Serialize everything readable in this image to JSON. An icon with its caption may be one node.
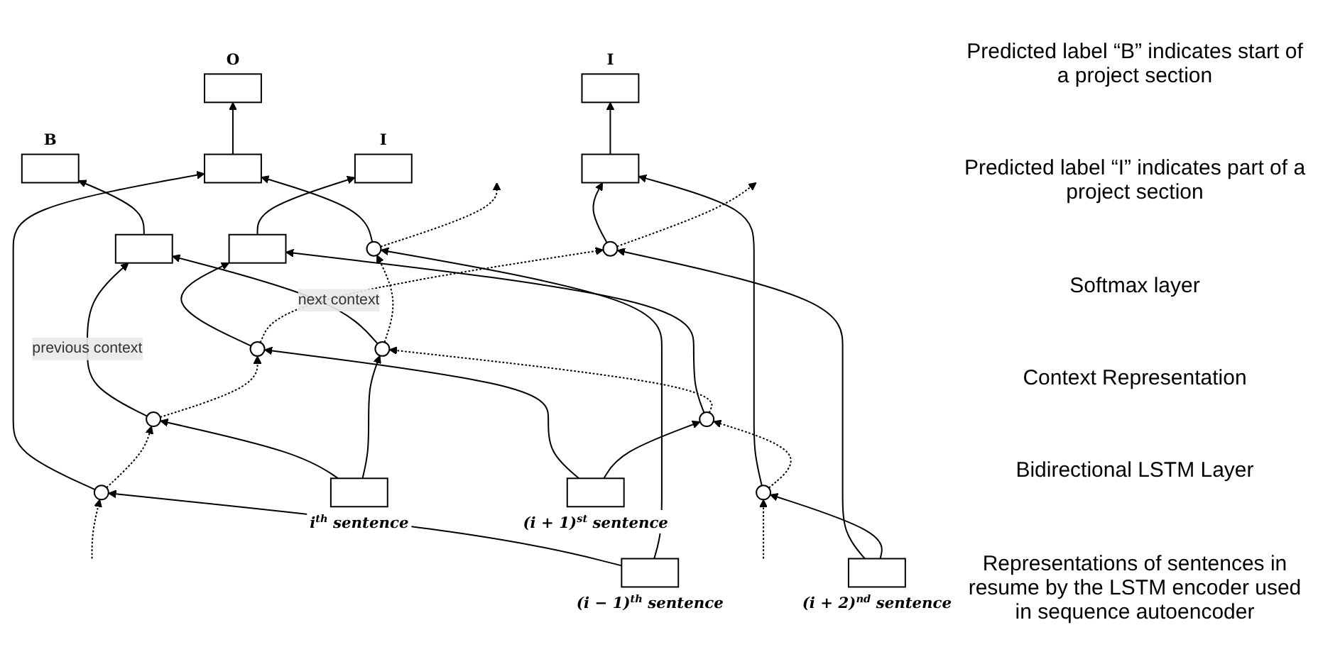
{
  "diagram": {
    "nodes": [
      {
        "text": [],
        "shape": "box",
        "beside": [
          "O"
        ]
      },
      {
        "text": [],
        "shape": "box",
        "beside": [
          "B"
        ]
      },
      {
        "text": [],
        "shape": "box",
        "beside": [
          "I"
        ]
      },
      {
        "text": [],
        "shape": "box",
        "beside": [
          "I"
        ]
      },
      {
        "text": [],
        "shape": "box"
      },
      {
        "text": [],
        "shape": "box"
      },
      {
        "text": [],
        "shape": "box"
      },
      {
        "text": [],
        "shape": "box"
      },
      {
        "text": [],
        "shape": "circle"
      },
      {
        "text": [],
        "shape": "circle"
      },
      {
        "text": [],
        "shape": "circle"
      },
      {
        "text": [],
        "shape": "circle"
      },
      {
        "text": [],
        "shape": "circle"
      },
      {
        "text": [],
        "shape": "circle"
      },
      {
        "text": [],
        "shape": "circle"
      },
      {
        "text": [],
        "shape": "circle"
      },
      {
        "text": [],
        "shape": "box",
        "beside": [
          "(i − 1)$^{th}$ sentence"
        ]
      },
      {
        "text": [],
        "shape": "box",
        "beside": [
          "i$^{th}$ sentence"
        ]
      },
      {
        "text": [],
        "shape": "box",
        "beside": [
          "(i + 1)$^{st}$ sentence"
        ]
      },
      {
        "text": [],
        "shape": "box",
        "beside": [
          "(i + 2)$^{nd}$ sentence"
        ]
      }
    ],
    "edges": [
      {
        "from": 16,
        "to": 12,
        "arrow": "to"
      },
      {
        "from": 16,
        "to": 8,
        "arrow": "to"
      },
      {
        "from": 12,
        "to": 4,
        "arrow": "to"
      },
      {
        "from": 8,
        "to": 4,
        "arrow": "to"
      },
      {
        "from": 4,
        "to": 0,
        "arrow": "to"
      },
      {
        "from": 17,
        "to": 13,
        "arrow": "to"
      },
      {
        "from": 17,
        "to": 9,
        "arrow": "to"
      },
      {
        "from": 13,
        "to": 5,
        "arrow": "to",
        "label": "previous context"
      },
      {
        "from": 9,
        "to": 5,
        "arrow": "to",
        "label": "next context"
      },
      {
        "from": 5,
        "to": 1,
        "arrow": "to"
      },
      {
        "from": 18,
        "to": 14,
        "arrow": "to"
      },
      {
        "from": 18,
        "to": 10,
        "arrow": "to"
      },
      {
        "from": 14,
        "to": 6,
        "arrow": "to"
      },
      {
        "from": 10,
        "to": 6,
        "arrow": "to"
      },
      {
        "from": 6,
        "to": 2,
        "arrow": "to"
      },
      {
        "from": 19,
        "to": 15,
        "arrow": "to"
      },
      {
        "from": 19,
        "to": 11,
        "arrow": "to"
      },
      {
        "from": 15,
        "to": 7,
        "arrow": "to"
      },
      {
        "from": 11,
        "to": 7,
        "arrow": "to"
      },
      {
        "from": 7,
        "to": 3,
        "arrow": "to"
      },
      {
        "from": null,
        "to": 12,
        "arrow": "to",
        "style": "dashed"
      },
      {
        "from": 12,
        "to": 13,
        "arrow": "to",
        "style": "dashed"
      },
      {
        "from": 13,
        "to": 14,
        "arrow": "to",
        "style": "dashed"
      },
      {
        "from": 14,
        "to": 15,
        "arrow": "to",
        "style": "dashed"
      },
      {
        "from": 15,
        "to": null,
        "arrow": "to",
        "style": "dashed"
      },
      {
        "from": null,
        "to": 11,
        "arrow": "to",
        "style": "dashed"
      },
      {
        "from": 11,
        "to": 10,
        "arrow": "to",
        "style": "dashed"
      },
      {
        "from": 10,
        "to": 9,
        "arrow": "to",
        "style": "dashed"
      },
      {
        "from": 9,
        "to": 8,
        "arrow": "to",
        "style": "dashed"
      },
      {
        "from": 8,
        "to": null,
        "arrow": "to",
        "style": "dashed"
      }
    ],
    "labels": [
      "Predicted label “B” indicates start of a project section",
      "Predicted label “I” indicates part of a project section",
      "Softmax layer",
      "Context Representation",
      "Bidirectional LSTM Layer",
      "Representations of sentences in resume by the LSTM encoder used in sequence autoencoder"
    ]
  }
}
